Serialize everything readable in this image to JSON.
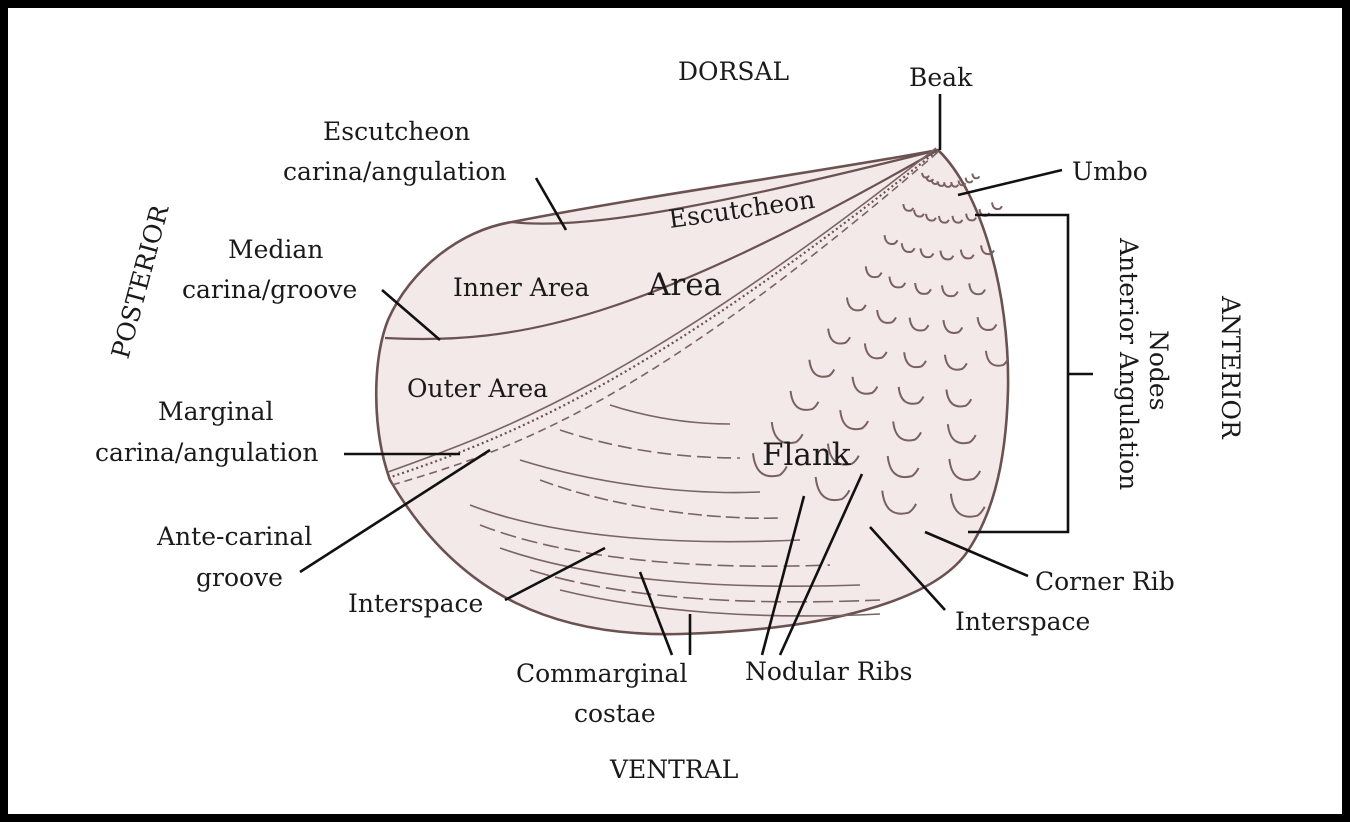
{
  "colors": {
    "shell_fill": "#f4e9e9",
    "shell_outline": "#6b5252",
    "frame": "#000000",
    "text": "#1a1a1a"
  },
  "orientation": {
    "dorsal": "DORSAL",
    "ventral": "VENTRAL",
    "posterior": "POSTERIOR",
    "anterior": "ANTERIOR"
  },
  "labels": {
    "beak": "Beak",
    "umbo": "Umbo",
    "escutcheon_carina_1": "Escutcheon",
    "escutcheon_carina_2": "carina/angulation",
    "escutcheon": "Escutcheon",
    "median_1": "Median",
    "median_2": "carina/groove",
    "inner_area": "Inner Area",
    "area": "Area",
    "outer_area": "Outer Area",
    "marginal_1": "Marginal",
    "marginal_2": "carina/angulation",
    "antecarinal_1": "Ante-carinal",
    "antecarinal_2": "groove",
    "flank": "Flank",
    "interspace_left": "Interspace",
    "interspace_right": "Interspace",
    "commarginal_1": "Commarginal",
    "commarginal_2": "costae",
    "nodular_ribs": "Nodular Ribs",
    "corner_rib": "Corner Rib",
    "anterior_nodes_1": "Anterior Angulation",
    "anterior_nodes_2": "Nodes"
  }
}
